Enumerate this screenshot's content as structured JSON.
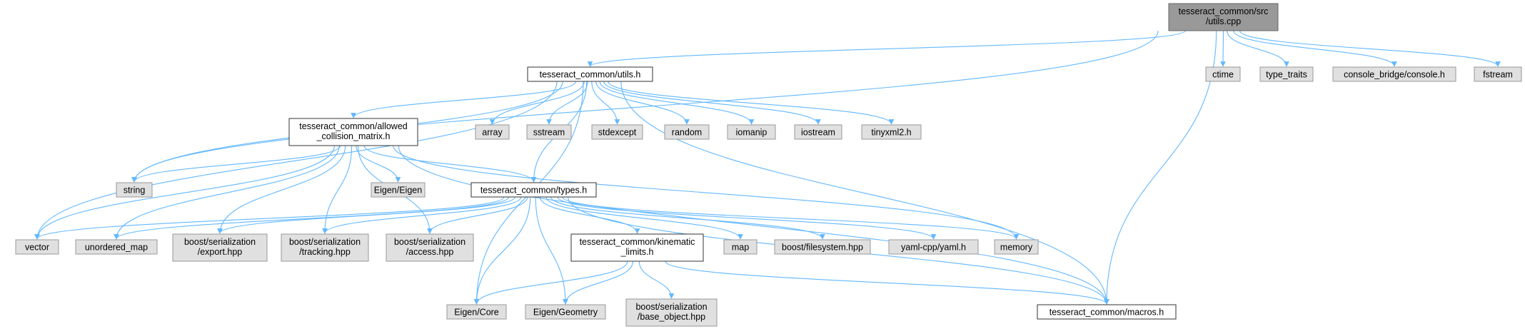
{
  "colors": {
    "root_fill": "#999999",
    "root_stroke": "#666666",
    "header_fill": "#ffffff",
    "header_stroke": "#333333",
    "system_fill": "#e0e0e0",
    "system_stroke": "#999999",
    "edge": "#63b8ff"
  },
  "nodes": [
    {
      "id": "utils_cpp",
      "kind": "root",
      "lines": [
        "tesseract_common/src",
        "/utils.cpp"
      ]
    },
    {
      "id": "utils_h",
      "kind": "header",
      "lines": [
        "tesseract_common/utils.h"
      ]
    },
    {
      "id": "ctime",
      "kind": "system",
      "lines": [
        "ctime"
      ]
    },
    {
      "id": "type_traits",
      "kind": "system",
      "lines": [
        "type_traits"
      ]
    },
    {
      "id": "console",
      "kind": "system",
      "lines": [
        "console_bridge/console.h"
      ]
    },
    {
      "id": "fstream",
      "kind": "system",
      "lines": [
        "fstream"
      ]
    },
    {
      "id": "acm",
      "kind": "header",
      "lines": [
        "tesseract_common/allowed",
        "_collision_matrix.h"
      ]
    },
    {
      "id": "array",
      "kind": "system",
      "lines": [
        "array"
      ]
    },
    {
      "id": "sstream",
      "kind": "system",
      "lines": [
        "sstream"
      ]
    },
    {
      "id": "stdexcept",
      "kind": "system",
      "lines": [
        "stdexcept"
      ]
    },
    {
      "id": "random",
      "kind": "system",
      "lines": [
        "random"
      ]
    },
    {
      "id": "iomanip",
      "kind": "system",
      "lines": [
        "iomanip"
      ]
    },
    {
      "id": "iostream",
      "kind": "system",
      "lines": [
        "iostream"
      ]
    },
    {
      "id": "tinyxml2",
      "kind": "system",
      "lines": [
        "tinyxml2.h"
      ]
    },
    {
      "id": "string",
      "kind": "system",
      "lines": [
        "string"
      ]
    },
    {
      "id": "eigen_eigen",
      "kind": "system",
      "lines": [
        "Eigen/Eigen"
      ]
    },
    {
      "id": "types_h",
      "kind": "header",
      "lines": [
        "tesseract_common/types.h"
      ]
    },
    {
      "id": "vector",
      "kind": "system",
      "lines": [
        "vector"
      ]
    },
    {
      "id": "unordered_map",
      "kind": "system",
      "lines": [
        "unordered_map"
      ]
    },
    {
      "id": "bs_export",
      "kind": "system",
      "lines": [
        "boost/serialization",
        "/export.hpp"
      ]
    },
    {
      "id": "bs_tracking",
      "kind": "system",
      "lines": [
        "boost/serialization",
        "/tracking.hpp"
      ]
    },
    {
      "id": "bs_access",
      "kind": "system",
      "lines": [
        "boost/serialization",
        "/access.hpp"
      ]
    },
    {
      "id": "kin_limits",
      "kind": "header",
      "lines": [
        "tesseract_common/kinematic",
        "_limits.h"
      ]
    },
    {
      "id": "map",
      "kind": "system",
      "lines": [
        "map"
      ]
    },
    {
      "id": "boost_fs",
      "kind": "system",
      "lines": [
        "boost/filesystem.hpp"
      ]
    },
    {
      "id": "yaml",
      "kind": "system",
      "lines": [
        "yaml-cpp/yaml.h"
      ]
    },
    {
      "id": "memory",
      "kind": "system",
      "lines": [
        "memory"
      ]
    },
    {
      "id": "eigen_core",
      "kind": "system",
      "lines": [
        "Eigen/Core"
      ]
    },
    {
      "id": "eigen_geometry",
      "kind": "system",
      "lines": [
        "Eigen/Geometry"
      ]
    },
    {
      "id": "bs_base_object",
      "kind": "system",
      "lines": [
        "boost/serialization",
        "/base_object.hpp"
      ]
    },
    {
      "id": "macros_h",
      "kind": "header",
      "lines": [
        "tesseract_common/macros.h"
      ]
    }
  ],
  "edges": [
    [
      "utils_cpp",
      "utils_h"
    ],
    [
      "utils_cpp",
      "ctime"
    ],
    [
      "utils_cpp",
      "type_traits"
    ],
    [
      "utils_cpp",
      "console"
    ],
    [
      "utils_cpp",
      "fstream"
    ],
    [
      "utils_cpp",
      "string"
    ],
    [
      "utils_cpp",
      "macros_h"
    ],
    [
      "utils_h",
      "acm"
    ],
    [
      "utils_h",
      "array"
    ],
    [
      "utils_h",
      "sstream"
    ],
    [
      "utils_h",
      "stdexcept"
    ],
    [
      "utils_h",
      "random"
    ],
    [
      "utils_h",
      "iomanip"
    ],
    [
      "utils_h",
      "iostream"
    ],
    [
      "utils_h",
      "tinyxml2"
    ],
    [
      "utils_h",
      "string"
    ],
    [
      "utils_h",
      "vector"
    ],
    [
      "utils_h",
      "eigen_core"
    ],
    [
      "utils_h",
      "types_h"
    ],
    [
      "utils_h",
      "macros_h"
    ],
    [
      "acm",
      "string"
    ],
    [
      "acm",
      "eigen_eigen"
    ],
    [
      "acm",
      "types_h"
    ],
    [
      "acm",
      "vector"
    ],
    [
      "acm",
      "unordered_map"
    ],
    [
      "acm",
      "bs_export"
    ],
    [
      "acm",
      "bs_tracking"
    ],
    [
      "acm",
      "bs_access"
    ],
    [
      "acm",
      "memory"
    ],
    [
      "acm",
      "macros_h"
    ],
    [
      "types_h",
      "vector"
    ],
    [
      "types_h",
      "unordered_map"
    ],
    [
      "types_h",
      "bs_export"
    ],
    [
      "types_h",
      "bs_tracking"
    ],
    [
      "types_h",
      "bs_access"
    ],
    [
      "types_h",
      "kin_limits"
    ],
    [
      "types_h",
      "map"
    ],
    [
      "types_h",
      "boost_fs"
    ],
    [
      "types_h",
      "yaml"
    ],
    [
      "types_h",
      "memory"
    ],
    [
      "types_h",
      "eigen_core"
    ],
    [
      "types_h",
      "eigen_geometry"
    ],
    [
      "types_h",
      "macros_h"
    ],
    [
      "kin_limits",
      "eigen_core"
    ],
    [
      "kin_limits",
      "eigen_geometry"
    ],
    [
      "kin_limits",
      "bs_base_object"
    ],
    [
      "kin_limits",
      "macros_h"
    ]
  ]
}
